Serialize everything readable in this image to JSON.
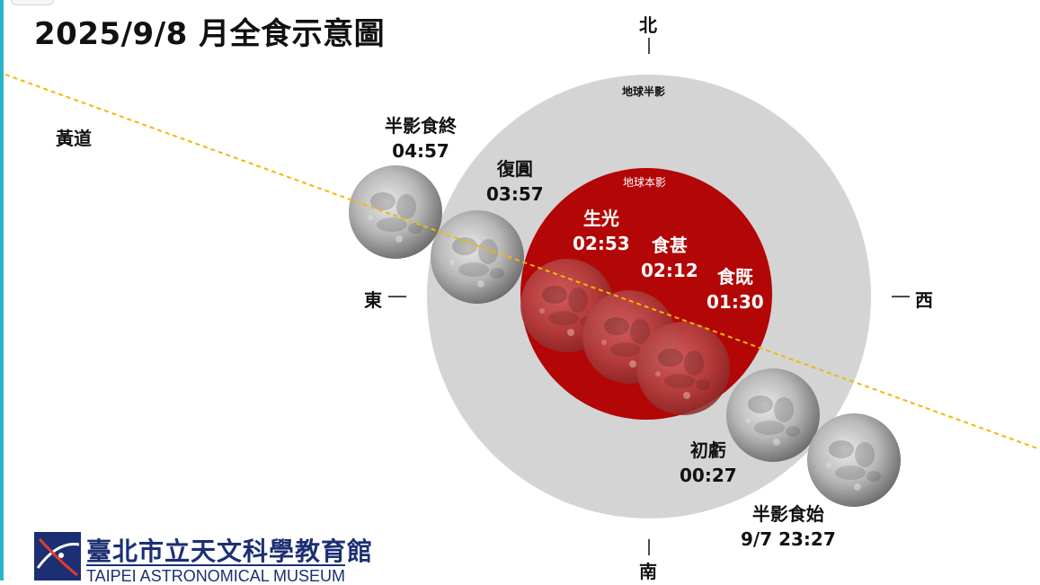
{
  "title": "2025/9/8 月全食示意圖",
  "compass": {
    "north": "北",
    "south": "南",
    "east": "東",
    "west": "西"
  },
  "zones": {
    "penumbra": "地球半影",
    "umbra": "地球本影"
  },
  "ecliptic": "黃道",
  "phases": [
    {
      "id": "penumbral-begin",
      "name": "半影食始",
      "time": "9/7 23:27"
    },
    {
      "id": "partial-begin",
      "name": "初虧",
      "time": "00:27"
    },
    {
      "id": "total-begin",
      "name": "食既",
      "time": "01:30"
    },
    {
      "id": "greatest",
      "name": "食甚",
      "time": "02:12"
    },
    {
      "id": "total-end",
      "name": "生光",
      "time": "02:53"
    },
    {
      "id": "partial-end",
      "name": "復圓",
      "time": "03:57"
    },
    {
      "id": "penumbral-end",
      "name": "半影食終",
      "time": "04:57"
    }
  ],
  "museum": {
    "name": "臺北市立天文科學教育館",
    "name_en": "TAIPEI ASTRONOMICAL MUSEUM"
  },
  "colors": {
    "penumbra": "#d4d4d4",
    "umbra": "#b30606",
    "ecliptic": "#f2b705",
    "brand": "#1c2f73",
    "accent": "#2bb3c9"
  }
}
